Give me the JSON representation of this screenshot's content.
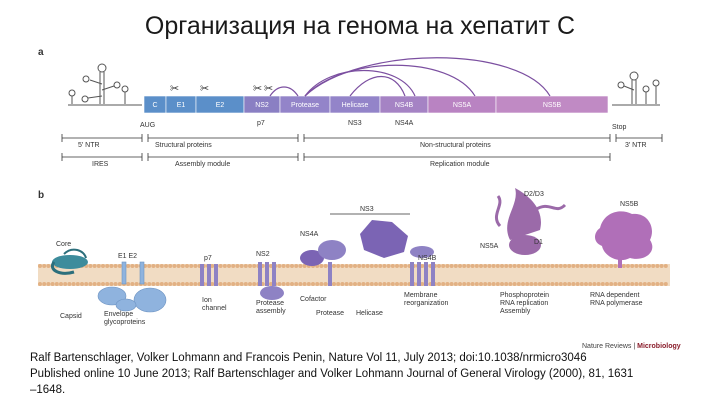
{
  "slide": {
    "title": "Организация на генома на хепатит С"
  },
  "panel_a": {
    "letter": "a",
    "segments": [
      {
        "label": "C",
        "color": "#5b8fc9"
      },
      {
        "label": "E1",
        "color": "#5b8fc9"
      },
      {
        "label": "E2",
        "color": "#5b8fc9"
      },
      {
        "label": "NS2",
        "color": "#8a7fc3"
      },
      {
        "label": "Protease",
        "color": "#9384c9"
      },
      {
        "label": "Helicase",
        "color": "#9384c9"
      },
      {
        "label": "NS4B",
        "color": "#a583c4"
      },
      {
        "label": "NS5A",
        "color": "#b983c2"
      },
      {
        "label": "NS5B",
        "color": "#c08ac4"
      }
    ],
    "below_labels": {
      "p7": "p7",
      "ns3": "NS3",
      "ns4a": "NS4A",
      "aug": "AUG",
      "stop": "Stop"
    },
    "bracket_row1": {
      "utr5": "5′ NTR",
      "structural": "Structural proteins",
      "nonstructural": "Non-structural proteins",
      "utr3": "3′ NTR"
    },
    "bracket_row2": {
      "ires": "IRES",
      "assembly": "Assembly module",
      "replication": "Replication module"
    },
    "colors": {
      "structural": "#5b8fc9",
      "nonstructural": "#b37ec4",
      "arrows": "#7b4fa0",
      "rna": "#444444"
    }
  },
  "panel_b": {
    "letter": "b",
    "top_labels": {
      "core": "Core",
      "e1e2": "E1 E2",
      "p7": "p7",
      "ns2": "NS2",
      "ns4a": "NS4A",
      "ns3": "NS3",
      "ns4b": "NS4B",
      "ns5a": "NS5A",
      "d1": "D1",
      "d2d3": "D2/D3",
      "ns5b": "NS5B"
    },
    "bottom_labels": {
      "capsid": "Capsid",
      "envelope": [
        "Envelope",
        "glycoproteins"
      ],
      "ion": [
        "Ion",
        "channel"
      ],
      "protease_assembly": [
        "Protease",
        "assembly"
      ],
      "cofactor": "Cofactor",
      "protease": "Protease",
      "helicase": "Helicase",
      "membrane": [
        "Membrane",
        "reorganization"
      ],
      "phospho": [
        "Phosphoprotein",
        "RNA replication",
        "Assembly"
      ],
      "polymerase": [
        "RNA dependent",
        "RNA polymerase"
      ]
    },
    "colors": {
      "membrane_head": "#e2b184",
      "membrane_tail": "#f1dcc3",
      "core": "#3d8c9c",
      "envelope": "#8fb3de",
      "ns": "#8e82c4",
      "ns3": "#7b64b4",
      "ns5a": "#9b6aa9",
      "ns5b": "#b06fb8"
    }
  },
  "journal": {
    "name": "Nature Reviews",
    "section": "Microbiology"
  },
  "citation": [
    "Ralf Bartenschlager, Volker Lohmann and Francois Penin, Nature Vol 11, July 2013; doi:10.1038/nrmicro3046",
    "Published online 10 June 2013; Ralf Bartenschlager and Volker Lohmann Journal of General Virology (2000), 81, 1631",
    "–1648."
  ]
}
